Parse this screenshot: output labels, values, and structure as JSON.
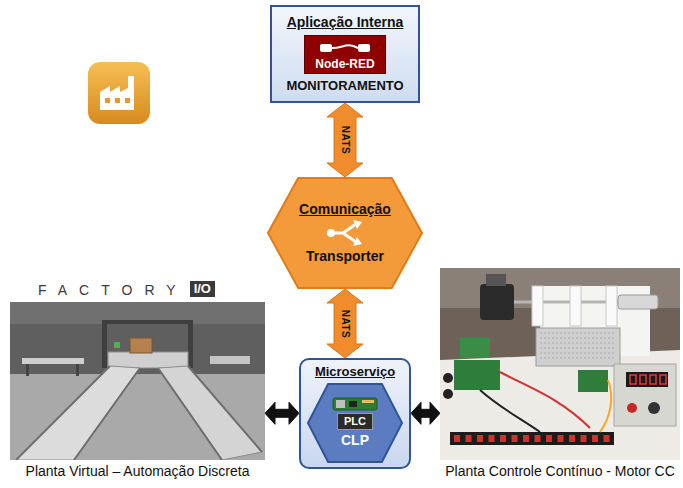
{
  "diagram": {
    "nodes": [
      {
        "text": [
          "Aplicação Interna",
          "MONITORAMENTO"
        ]
      },
      {
        "text": [
          "Node-RED"
        ],
        "in": 0
      },
      {
        "text": [
          "Comunicação",
          "Transporter"
        ]
      },
      {
        "text": [
          "Planta Virtual – Automação Discreta"
        ]
      },
      {
        "text": [
          "Microserviço"
        ]
      },
      {
        "text": [
          "PLC",
          "CLP"
        ],
        "in": 4
      },
      {
        "text": [
          "Planta Controle Contínuo - Motor CC"
        ]
      }
    ],
    "edges": [
      {
        "from": 0,
        "to": 2,
        "label": "NATS",
        "arrow": "both"
      },
      {
        "from": 2,
        "to": 4,
        "label": "NATS",
        "arrow": "both"
      },
      {
        "from": 3,
        "to": 4,
        "arrow": "both"
      },
      {
        "from": 4,
        "to": 6,
        "arrow": "both"
      }
    ],
    "labels": [
      "FACTORY",
      "I/O"
    ]
  }
}
